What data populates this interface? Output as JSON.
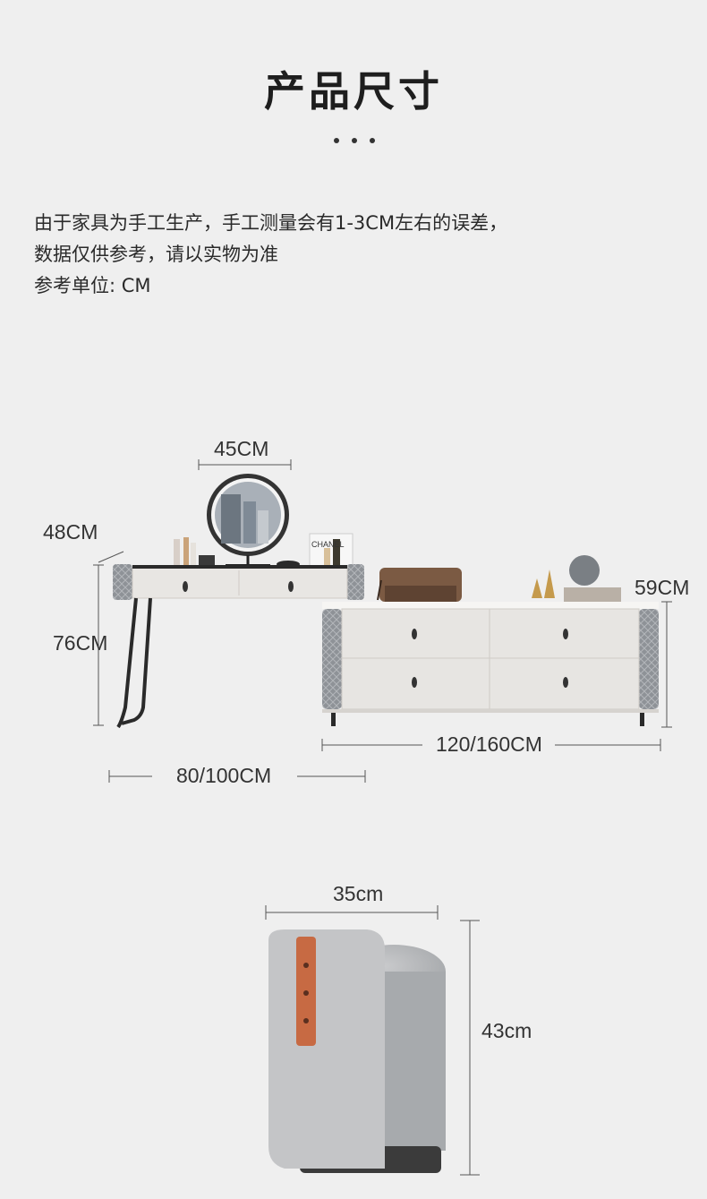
{
  "header": {
    "title": "产品尺寸"
  },
  "notes": {
    "line1": "由于家具为手工生产，手工测量会有1-3CM左右的误差，",
    "line2": "数据仅供参考，请以实物为准",
    "line3": "参考单位: CM"
  },
  "dimensions": {
    "mirror_width": "45CM",
    "table_depth": "48CM",
    "table_height": "76CM",
    "cabinet_height": "59CM",
    "cabinet_width": "120/160CM",
    "table_width": "80/100CM",
    "stool_width": "35cm",
    "stool_height": "43cm"
  },
  "product": {
    "brand_text": "CHANEL"
  },
  "colors": {
    "background": "#efefef",
    "furniture_white": "#e7e5e2",
    "quilted_grey": "#8e9297",
    "leather_orange": "#c76a43",
    "stool_grey": "#b9bbbd"
  }
}
